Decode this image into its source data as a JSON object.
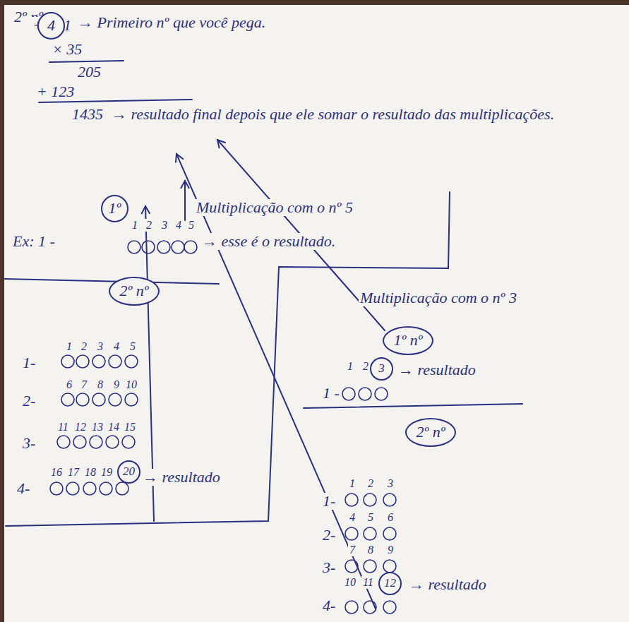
{
  "diagram": {
    "nodes": [
      {
        "text": [
          "4"
        ]
      },
      {
        "text": [
          "1º"
        ]
      },
      {
        "text": [
          "2º nº"
        ]
      },
      {
        "text": [
          "20"
        ]
      },
      {
        "text": [
          "1º nº"
        ]
      },
      {
        "text": [
          "3"
        ]
      },
      {
        "text": [
          "2º nº"
        ]
      },
      {
        "text": [
          "12"
        ]
      }
    ],
    "labels": [
      "2º nº",
      "+",
      "1",
      "→ Primeiro nº que você pega.",
      "× 35",
      "205",
      "+ 123",
      "1435",
      "→ resultado final depois que ele somar o resultado das multiplicações.",
      "Multiplicação com o nº 5",
      "Ex: 1 -",
      "1",
      "2",
      "3",
      "4",
      "5",
      "→ esse é o resultado.",
      "1-",
      "1",
      "2",
      "3",
      "4",
      "5",
      "2-",
      "6",
      "7",
      "8",
      "9",
      "10",
      "3-",
      "11",
      "12",
      "13",
      "14",
      "15",
      "4-",
      "16",
      "17",
      "18",
      "19",
      "→ resultado",
      "Multiplicação com o nº 3",
      "1 -",
      "1",
      "2",
      "→ resultado",
      "1",
      "2",
      "3",
      "1-",
      "4",
      "5",
      "6",
      "2-",
      "7",
      "8",
      "9",
      "3-",
      "10",
      "11",
      "4-",
      "→ resultado"
    ]
  }
}
